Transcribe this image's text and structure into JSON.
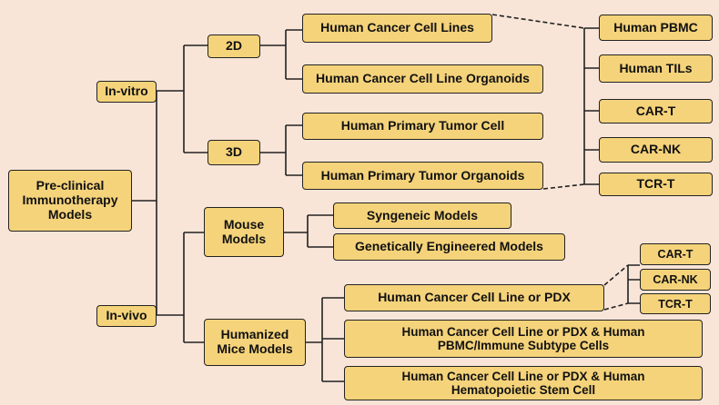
{
  "nodes": {
    "root": "Pre-clinical\nImmunotherapy\nModels",
    "in_vitro": "In-vitro",
    "in_vivo": "In-vivo",
    "d2": "2D",
    "d3": "3D",
    "mouse": "Mouse\nModels",
    "humanized": "Humanized\nMice Models",
    "cell_lines": "Human Cancer Cell Lines",
    "cell_line_organoids": "Human Cancer Cell Line Organoids",
    "primary_tumor_cell": "Human Primary Tumor Cell",
    "primary_tumor_organoids": "Human Primary Tumor Organoids",
    "pbmc": "Human PBMC",
    "tils": "Human TILs",
    "cart": "CAR-T",
    "carnk": "CAR-NK",
    "tcrt": "TCR-T",
    "syngeneic": "Syngeneic Models",
    "gem": "Genetically Engineered Models",
    "cl_pdx": "Human Cancer Cell Line or PDX",
    "cl_pdx_pbmc": "Human Cancer Cell Line or PDX & Human\nPBMC/Immune Subtype Cells",
    "cl_pdx_hsc": "Human Cancer Cell Line or PDX & Human\nHematopoietic Stem Cell",
    "cart2": "CAR-T",
    "carnk2": "CAR-NK",
    "tcrt2": "TCR-T"
  },
  "colors": {
    "background": "#f8e5d8",
    "box_fill": "#f5d37a",
    "line": "#222222"
  }
}
